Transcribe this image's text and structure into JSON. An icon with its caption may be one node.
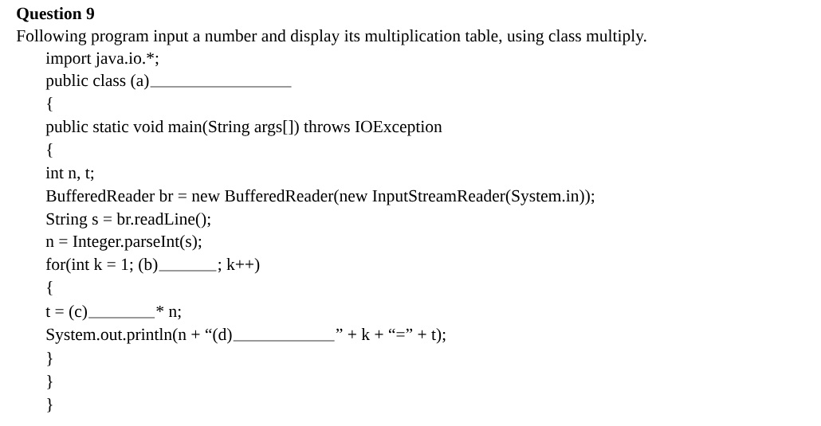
{
  "diagram": {
    "title": "Question 9",
    "labels": [
      "Following program input a number and display its multiplication table, using class multiply.",
      "import java.io.*;",
      "public class (a)",
      "{",
      "public static void main(String args[]) throws IOException",
      "{",
      "int n, t;",
      "BufferedReader br = new BufferedReader(new InputStreamReader(System.in));",
      "String s = br.readLine();",
      "n = Integer.parseInt(s);",
      "for(int k = 1; (b)",
      "; k++)",
      "{",
      "t = (c)",
      "* n;",
      "System.out.println(n + “(d)",
      "” + k + “=” + t);",
      "}",
      "}",
      "}"
    ]
  }
}
